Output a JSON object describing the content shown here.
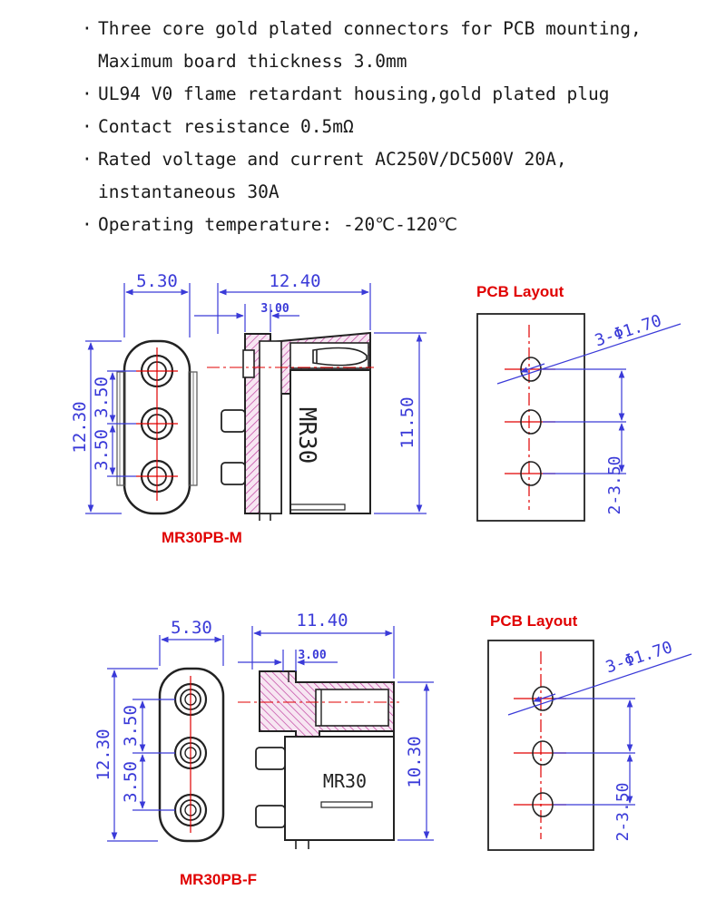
{
  "specs": [
    {
      "lines": [
        "Three core gold plated connectors for PCB mounting,",
        "Maximum board thickness 3.0mm"
      ]
    },
    {
      "lines": [
        "UL94 V0 flame retardant housing,gold plated plug"
      ]
    },
    {
      "lines": [
        "Contact resistance 0.5mΩ"
      ]
    },
    {
      "lines": [
        "Rated voltage and current AC250V/DC500V 20A,",
        "instantaneous 30A"
      ]
    },
    {
      "lines": [
        "Operating temperature: -20℃-120℃"
      ]
    }
  ],
  "bullet": "·",
  "colors": {
    "dimension": "#3a3ad8",
    "label": "#e00000",
    "centerline": "#e00000",
    "hatch": "#c040a0",
    "outline": "#222222"
  },
  "male": {
    "label": "MR30PB-M",
    "marking": "MR30",
    "dims": {
      "front_width": "5.30",
      "length": "12.40",
      "offset": "3.00",
      "total_height": "12.30",
      "pitch_top": "3.50",
      "pitch_bottom": "3.50",
      "body_height": "11.50"
    },
    "pcb": {
      "title": "PCB Layout",
      "hole": "3-Φ1.70",
      "pitch": "2-3.50"
    }
  },
  "female": {
    "label": "MR30PB-F",
    "marking": "MR30",
    "dims": {
      "front_width": "5.30",
      "length": "11.40",
      "offset": "3.00",
      "total_height": "12.30",
      "pitch_top": "3.50",
      "pitch_bottom": "3.50",
      "body_height": "10.30"
    },
    "pcb": {
      "title": "PCB  Layout",
      "hole": "3-Φ1.70",
      "pitch": "2-3.50"
    }
  }
}
